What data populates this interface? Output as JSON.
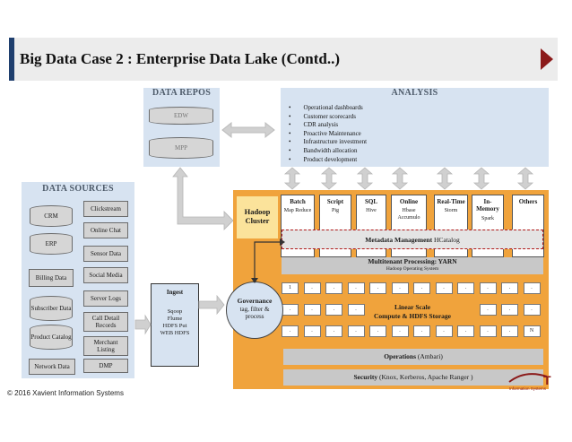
{
  "title": "Big Data Case 2 : Enterprise Data Lake (Contd..)",
  "data_repos": {
    "title": "DATA REPOS",
    "items": [
      "EDW",
      "MPP"
    ]
  },
  "analysis": {
    "title": "ANALYSIS",
    "items": [
      "Operational dashboards",
      "Customer scorecards",
      "CDR analysis",
      "Proactive Maintenance",
      "Infrastructure investment",
      "Bandwidth allocation",
      "Product development"
    ]
  },
  "data_sources": {
    "title": "DATA SOURCES",
    "left": [
      "CRM",
      "ERP",
      "Billing Data",
      "Subscriber Data",
      "Product Catalog",
      "Network Data"
    ],
    "right": [
      "Clickstream",
      "Online Chat",
      "Sensor Data",
      "Social Media",
      "Server Logs",
      "Call Detail Records",
      "Merchant Listing",
      "DMP"
    ]
  },
  "ingest": {
    "title": "Ingest",
    "lines": [
      "Sqoop",
      "Flume",
      "HDFS Put",
      "WEB HDFS"
    ]
  },
  "hadoop": {
    "cluster_label": "Hadoop Cluster",
    "engines": [
      {
        "name": "Batch",
        "sub": "Map Reduce"
      },
      {
        "name": "Script",
        "sub": "Pig"
      },
      {
        "name": "SQL",
        "sub": "Hive"
      },
      {
        "name": "Online",
        "sub": "Hbase Accumulo"
      },
      {
        "name": "Real-Time",
        "sub": "Storm"
      },
      {
        "name": "In-Memory",
        "sub": "Spark"
      },
      {
        "name": "Others",
        "sub": ""
      }
    ],
    "metadata_bold": "Metadata Management",
    "metadata_rest": "HCatalog",
    "yarn_title": "Multitenant Processing: YARN",
    "yarn_sub": "Hadoop Operating System",
    "storage_title": "Linear Scale",
    "storage_sub": "Compute & HDFS Storage",
    "grid_first": "1",
    "grid_dot": ".",
    "grid_last": "N",
    "operations_bold": "Operations",
    "operations_rest": "(Ambari)",
    "security_bold": "Security",
    "security_rest": "(Knox, Kerberos, Apache Ranger )"
  },
  "governance": {
    "title": "Governance",
    "sub": "tag, filter & process"
  },
  "footer": "© 2016 Xavient Information Systems",
  "logo_text": "T",
  "logo_sub": "Information Systems"
}
